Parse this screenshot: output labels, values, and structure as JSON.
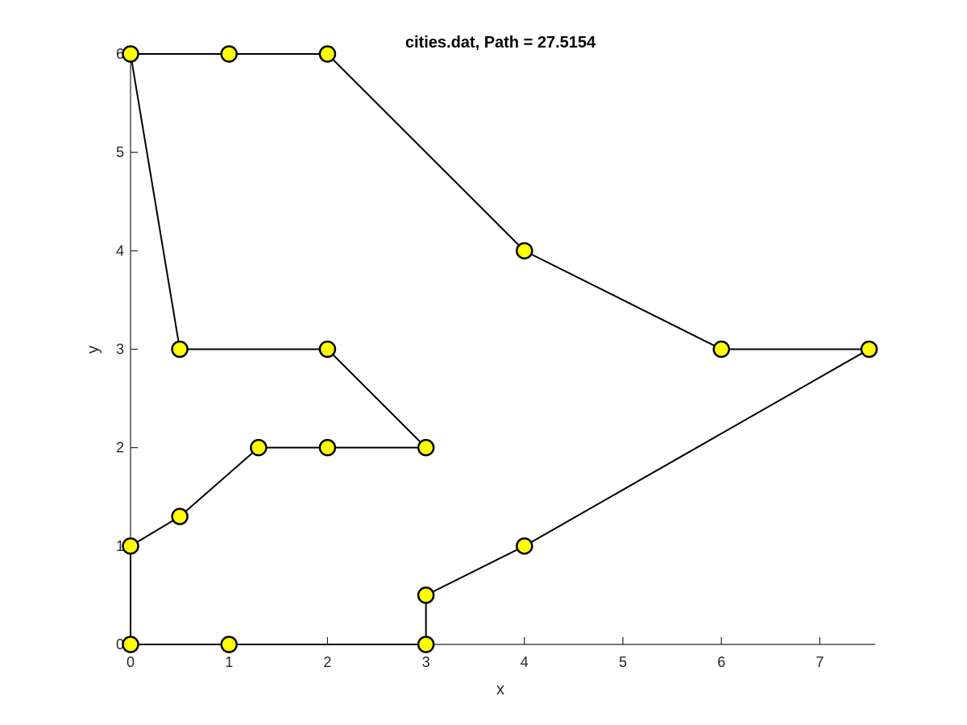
{
  "chart_data": {
    "type": "line",
    "title": "cities.dat, Path = 27.5154",
    "xlabel": "x",
    "ylabel": "y",
    "xlim": [
      0,
      7.5
    ],
    "ylim": [
      0,
      6
    ],
    "xticks": [
      0,
      1,
      2,
      3,
      4,
      5,
      6,
      7
    ],
    "yticks": [
      0,
      1,
      2,
      3,
      4,
      5,
      6
    ],
    "grid": false,
    "marker_color": "#ffff00",
    "marker_edge_color": "#000000",
    "line_color": "#000000",
    "series": [
      {
        "x": [
          0,
          1,
          3,
          3,
          4,
          7.5,
          6,
          4,
          2,
          1,
          0,
          0.5,
          2,
          3,
          2,
          1.3,
          0.5,
          0,
          0
        ],
        "y": [
          0,
          0,
          0,
          0.5,
          1,
          3,
          3,
          4,
          6,
          6,
          6,
          3,
          3,
          2,
          2,
          2,
          1.3,
          1,
          0
        ]
      }
    ]
  }
}
